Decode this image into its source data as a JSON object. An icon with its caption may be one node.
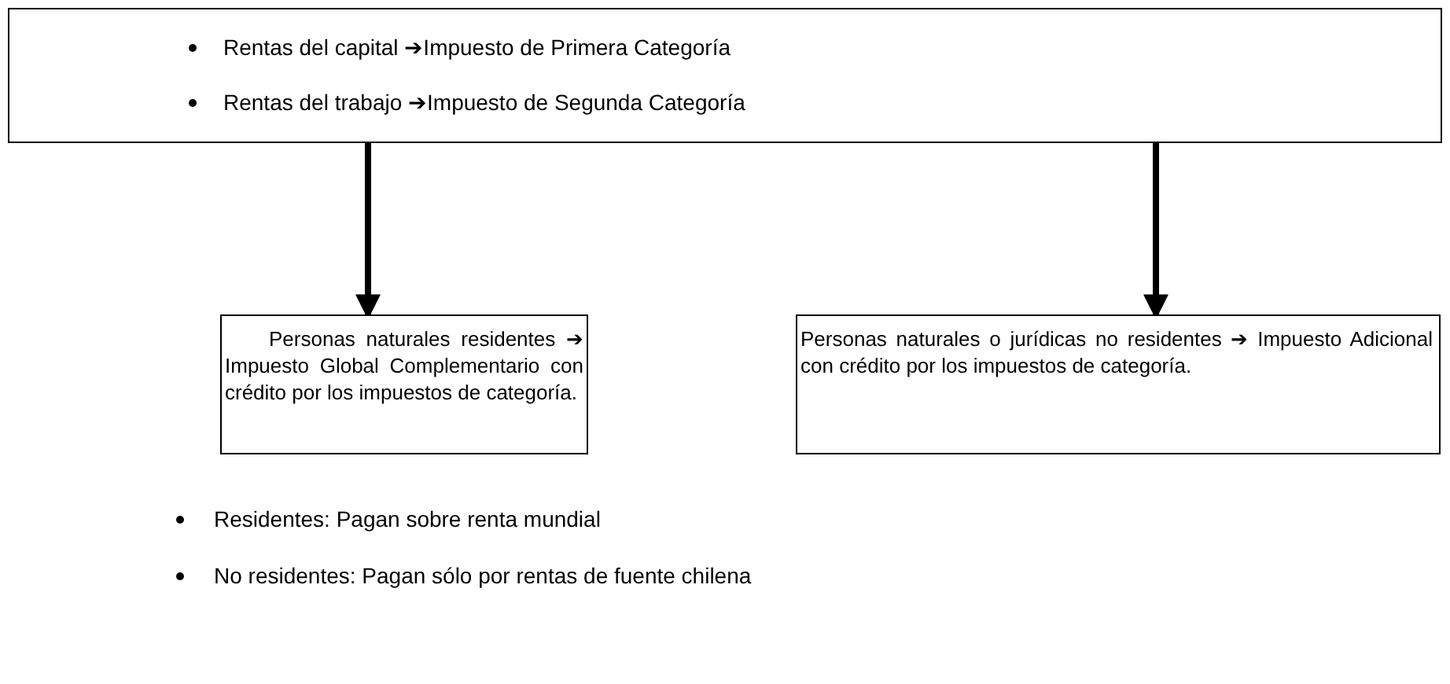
{
  "diagram": {
    "nodes": [
      {
        "text": [
          "Rentas del capital ➔Impuesto de Primera Categoría",
          "Rentas del trabajo ➔Impuesto de Segunda Categoría"
        ]
      },
      {
        "text": [
          "Personas naturales residentes ➔ Impuesto Global Complementario con crédito por los impuestos de categoría."
        ]
      },
      {
        "text": [
          "Personas naturales o jurídicas no residentes ➔ Impuesto Adicional con crédito por los impuestos de categoría."
        ]
      }
    ],
    "edges": [
      {
        "from": 0,
        "to": 1,
        "arrow": "to"
      },
      {
        "from": 0,
        "to": 2,
        "arrow": "to"
      }
    ],
    "labels": [
      "Residentes: Pagan sobre renta mundial",
      "No residentes: Pagan sólo por rentas de fuente chilena"
    ]
  }
}
